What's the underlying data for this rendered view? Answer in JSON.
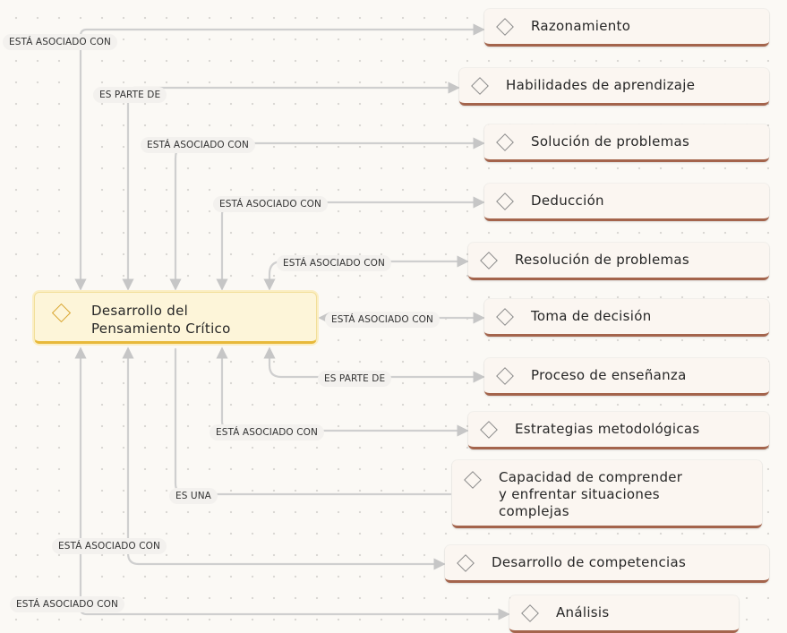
{
  "central_node": {
    "label": "Desarrollo del\nPensamiento Crítico",
    "icon": "diamond-icon"
  },
  "nodes": [
    {
      "label": "Razonamiento",
      "relation": "ESTÁ ASOCIADO CON"
    },
    {
      "label": "Habilidades de aprendizaje",
      "relation": "ES PARTE DE"
    },
    {
      "label": "Solución de problemas",
      "relation": "ESTÁ ASOCIADO CON"
    },
    {
      "label": "Deducción",
      "relation": "ESTÁ ASOCIADO CON"
    },
    {
      "label": "Resolución de problemas",
      "relation": "ESTÁ ASOCIADO CON"
    },
    {
      "label": "Toma de decisión",
      "relation": "ESTÁ ASOCIADO CON"
    },
    {
      "label": "Proceso de enseñanza",
      "relation": "ES PARTE DE"
    },
    {
      "label": "Estrategias metodológicas",
      "relation": "ESTÁ ASOCIADO CON"
    },
    {
      "label": "Capacidad de comprender\ny enfrentar situaciones\ncomplejas",
      "relation": "ES UNA"
    },
    {
      "label": "Desarrollo de competencias",
      "relation": "ESTÁ ASOCIADO CON"
    },
    {
      "label": "Análisis",
      "relation": "ESTÁ ASOCIADO CON"
    }
  ],
  "colors": {
    "central_fill": "#fdf5d9",
    "central_accent": "#e8b93a",
    "node_fill": "#fbf6f1",
    "node_accent": "#a4644c",
    "connector": "#cfcfcf",
    "background": "#fbf9f5"
  }
}
